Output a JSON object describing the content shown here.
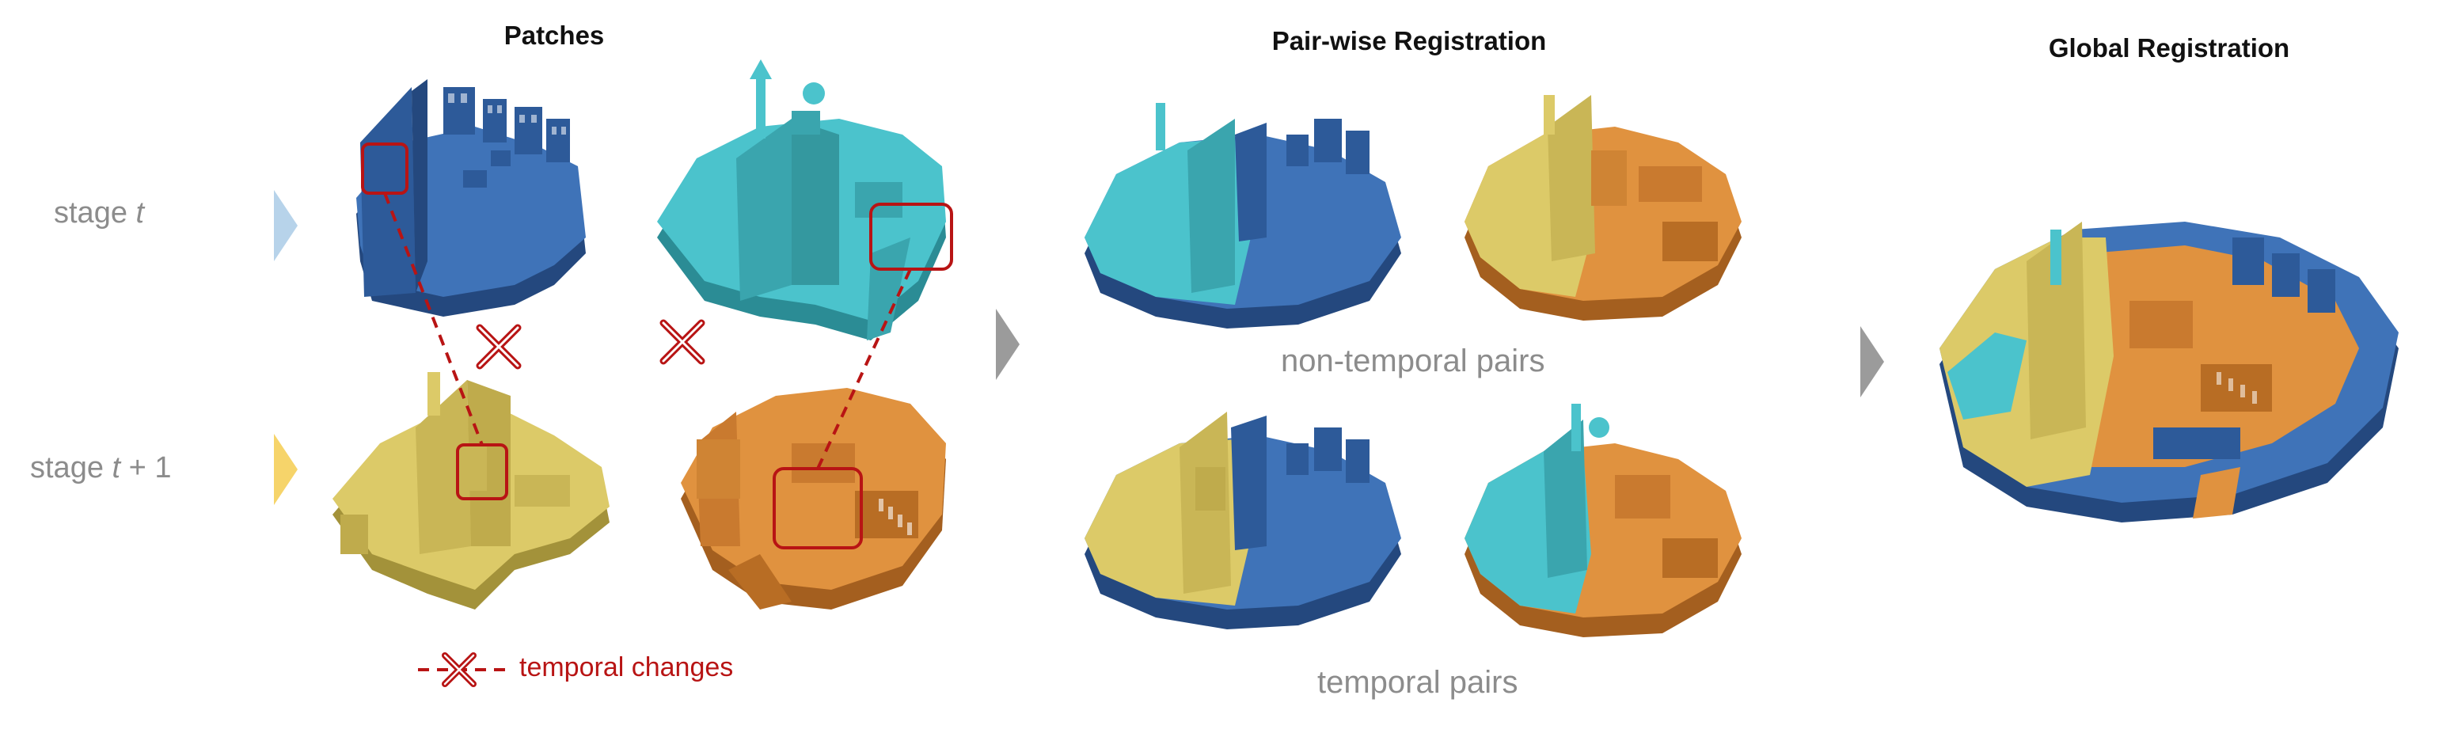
{
  "headers": {
    "patches": "Patches",
    "pairwise": "Pair-wise Registration",
    "global": "Global Registration"
  },
  "stages": {
    "t_prefix": "stage ",
    "t_var": "t",
    "t1_prefix": "stage ",
    "t1_var": "t",
    "t1_suffix": " + 1"
  },
  "pair_captions": {
    "non_temporal": "non-temporal pairs",
    "temporal": "temporal pairs"
  },
  "legend": {
    "label": "temporal changes"
  },
  "colors": {
    "blue": "#3f73b8",
    "blue_dark": "#24487e",
    "cyan": "#4bc3cc",
    "cyan_dark": "#2b8c95",
    "yellow": "#dcca68",
    "yellow_dark": "#a3923a",
    "orange": "#e0923f",
    "orange_dark": "#a45f1f",
    "change_red": "#b81414",
    "arrow_t": "#b7d3ea",
    "arrow_t1": "#f6d46a",
    "arrow_gray": "#9b9b9b"
  }
}
